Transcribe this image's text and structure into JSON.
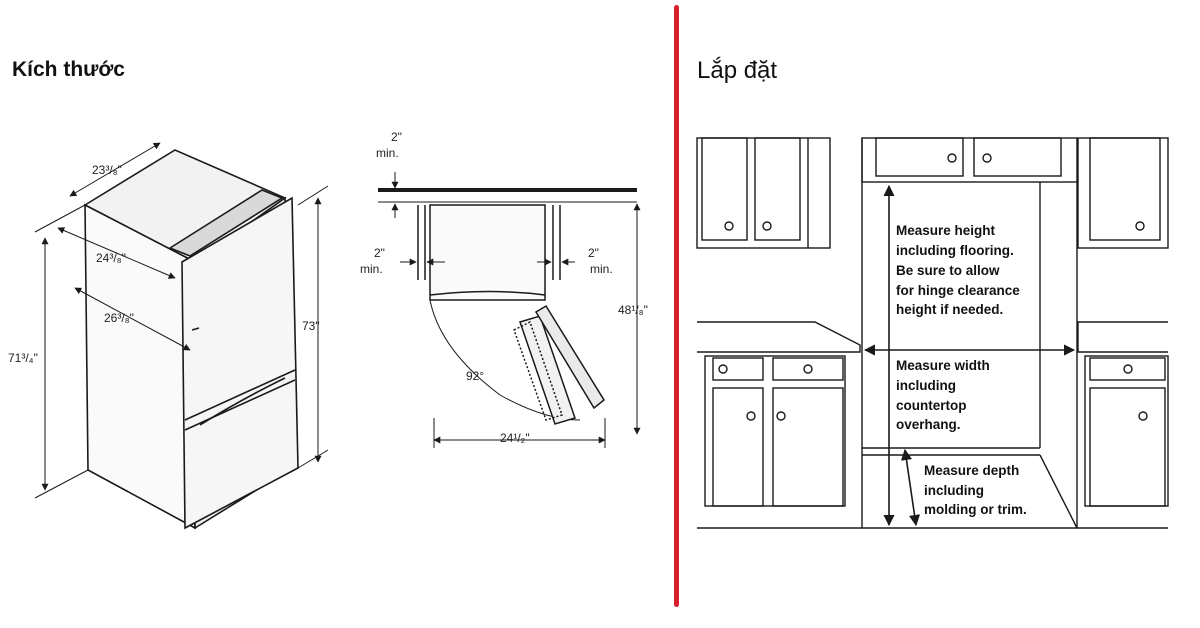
{
  "headings": {
    "dimensions": "Kích thước",
    "installation": "Lắp đặt"
  },
  "dimensions": {
    "width_top": "23³/₈\"",
    "depth_a": "24³/₈\"",
    "depth_b": "26³/₈\"",
    "height_left": "71³/₄\"",
    "height_right": "73\""
  },
  "clearance": {
    "top_value": "2\"",
    "top_unit": "min.",
    "left_value": "2\"",
    "left_unit": "min.",
    "right_value": "2\"",
    "right_unit": "min.",
    "depth_open": "48¹/₈\"",
    "angle": "92°",
    "width_open": "24¹/₂\""
  },
  "install_notes": {
    "height": [
      "Measure height",
      "including flooring.",
      "Be sure to allow",
      "for hinge clearance",
      "height if needed."
    ],
    "width": [
      "Measure width",
      "including",
      "countertop",
      "overhang."
    ],
    "depth": [
      "Measure depth",
      "including",
      "molding or trim."
    ]
  },
  "colors": {
    "divider": "#d7202b",
    "line": "#1a1a1a"
  }
}
